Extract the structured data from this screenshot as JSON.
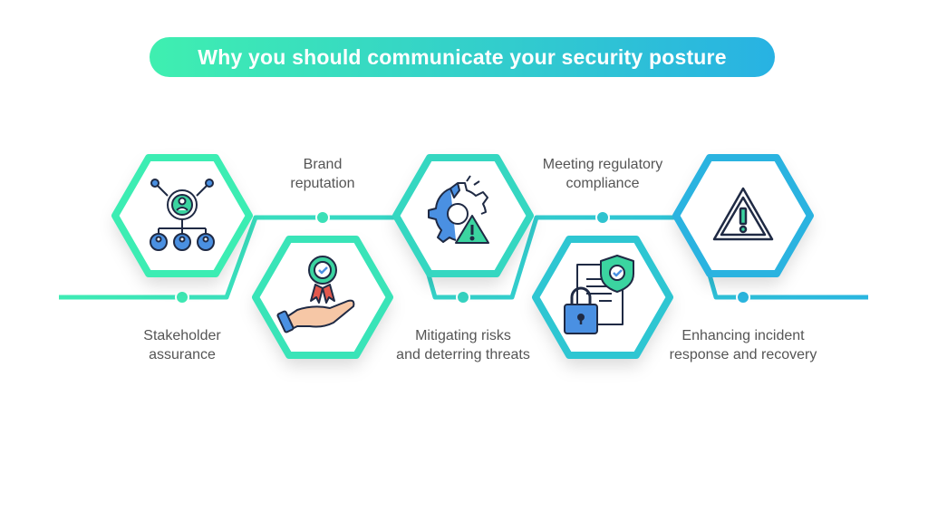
{
  "title": "Why you should communicate your security posture",
  "colors": {
    "gradient_start": "#3fefb0",
    "gradient_end": "#28b2e3",
    "text": "#555555",
    "icon_outline": "#1f2a44",
    "icon_blue": "#4a90e2",
    "icon_green": "#3bd4a0"
  },
  "steps": [
    {
      "label_line1": "Stakeholder",
      "label_line2": "assurance",
      "icon": "stakeholders-network-icon"
    },
    {
      "label_line1": "Brand",
      "label_line2": "reputation",
      "icon": "award-badge-hand-icon"
    },
    {
      "label_line1": "Mitigating risks",
      "label_line2": "and deterring threats",
      "icon": "broken-gear-warning-icon"
    },
    {
      "label_line1": "Meeting regulatory",
      "label_line2": "compliance",
      "icon": "document-lock-shield-icon"
    },
    {
      "label_line1": "Enhancing incident",
      "label_line2": "response and recovery",
      "icon": "warning-triangle-icon"
    }
  ]
}
